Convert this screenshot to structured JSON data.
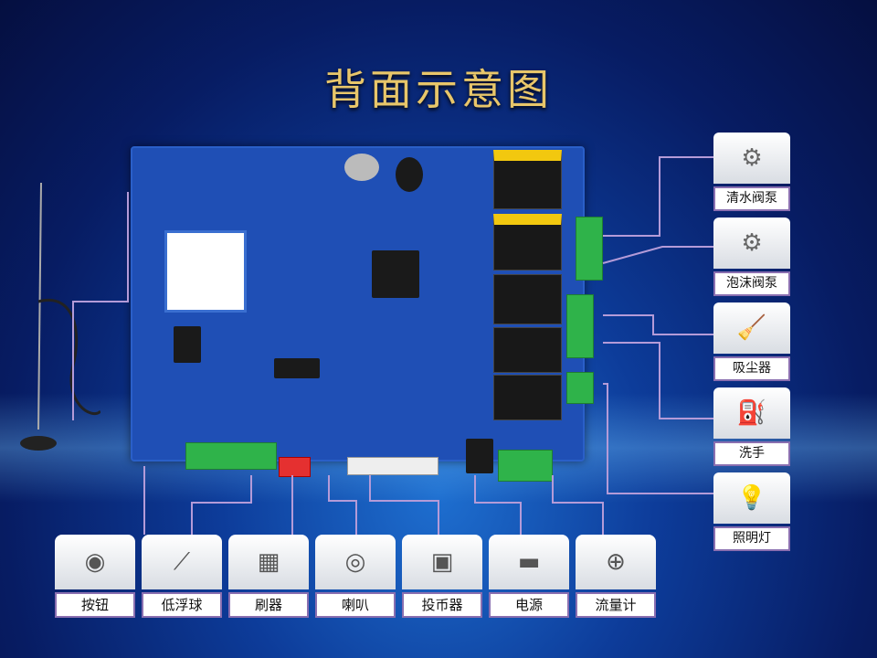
{
  "title": "背面示意图",
  "right_devices": [
    {
      "label": "清水阀泵",
      "icon": "pump-icon"
    },
    {
      "label": "泡沫阀泵",
      "icon": "pump-icon"
    },
    {
      "label": "吸尘器",
      "icon": "vacuum-icon"
    },
    {
      "label": "洗手",
      "icon": "valve-icon"
    },
    {
      "label": "照明灯",
      "icon": "lamp-icon"
    }
  ],
  "bottom_devices": [
    {
      "label": "按钮",
      "icon": "button-icon"
    },
    {
      "label": "低浮球",
      "icon": "float-switch-icon"
    },
    {
      "label": "刷器",
      "icon": "card-reader-icon"
    },
    {
      "label": "喇叭",
      "icon": "speaker-icon"
    },
    {
      "label": "投币器",
      "icon": "coin-acceptor-icon"
    },
    {
      "label": "电源",
      "icon": "power-adapter-icon"
    },
    {
      "label": "流量计",
      "icon": "flow-meter-icon"
    }
  ],
  "colors": {
    "title": "#e8c66a",
    "line": "#b49bd8",
    "board": "#1f4fb5"
  }
}
